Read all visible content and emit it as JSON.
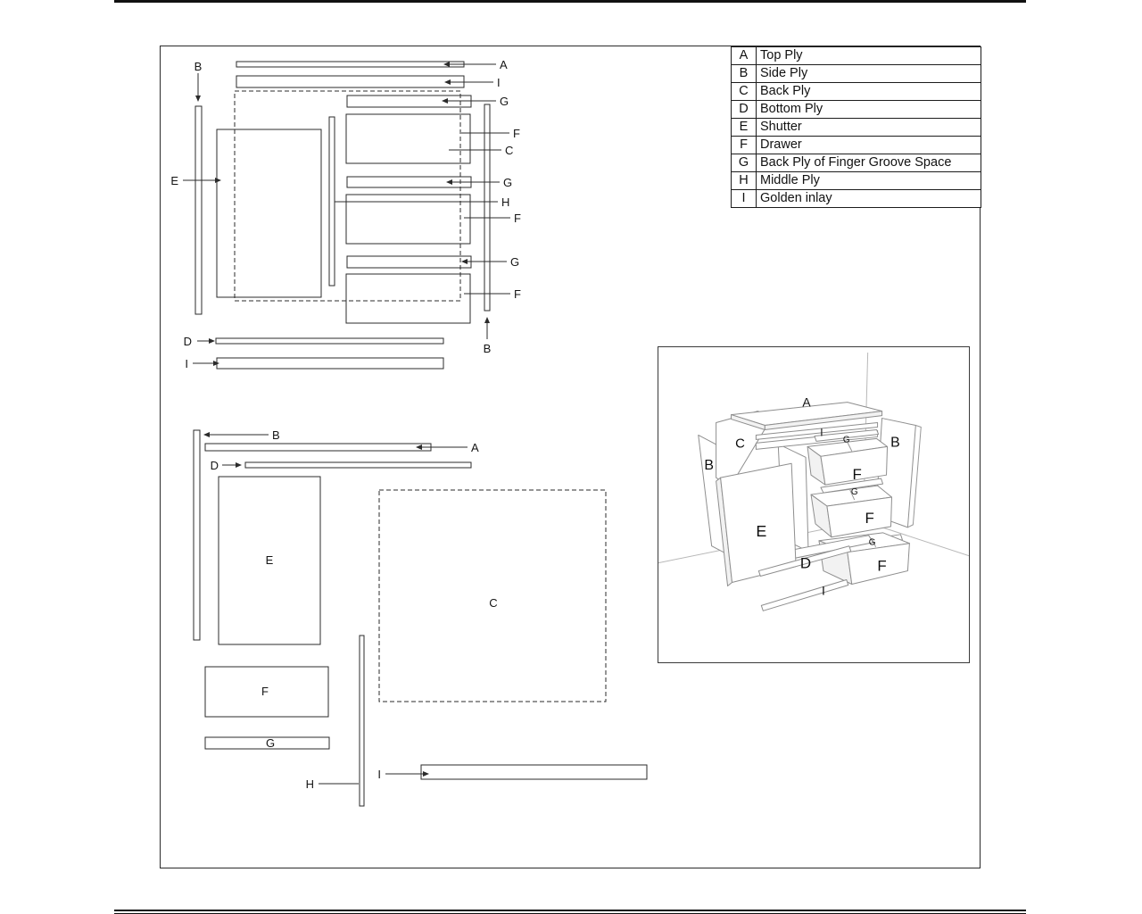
{
  "legend": {
    "rows": [
      {
        "letter": "A",
        "name": "Top Ply"
      },
      {
        "letter": "B",
        "name": "Side Ply"
      },
      {
        "letter": "C",
        "name": "Back Ply"
      },
      {
        "letter": "D",
        "name": "Bottom Ply"
      },
      {
        "letter": "E",
        "name": "Shutter"
      },
      {
        "letter": "F",
        "name": "Drawer"
      },
      {
        "letter": "G",
        "name": "Back Ply of Finger Groove Space"
      },
      {
        "letter": "H",
        "name": "Middle Ply"
      },
      {
        "letter": "I",
        "name": "Golden inlay"
      }
    ]
  },
  "flat_top": {
    "a": "A",
    "i_bar": "I",
    "g1": "G",
    "f1": "F",
    "c": "C",
    "e": "E",
    "g2": "G",
    "h": "H",
    "f2": "F",
    "g3": "G",
    "f3": "F",
    "b_left": "B",
    "b_right": "B",
    "d": "D",
    "i_bottom": "I"
  },
  "flat_bottom": {
    "b": "B",
    "a": "A",
    "d": "D",
    "e": "E",
    "c": "C",
    "f": "F",
    "g": "G",
    "h": "H",
    "i": "I"
  },
  "iso": {
    "a": "A",
    "i_top": "I",
    "c": "C",
    "g1": "G",
    "b_left": "B",
    "b_right": "B",
    "f1": "F",
    "g2": "G",
    "f2": "F",
    "g3": "G",
    "f3": "F",
    "e": "E",
    "d": "D",
    "i_bottom": "I"
  },
  "colors": {
    "line": "#2b2b2b",
    "iso_line": "#979797",
    "rule": "#111111"
  }
}
